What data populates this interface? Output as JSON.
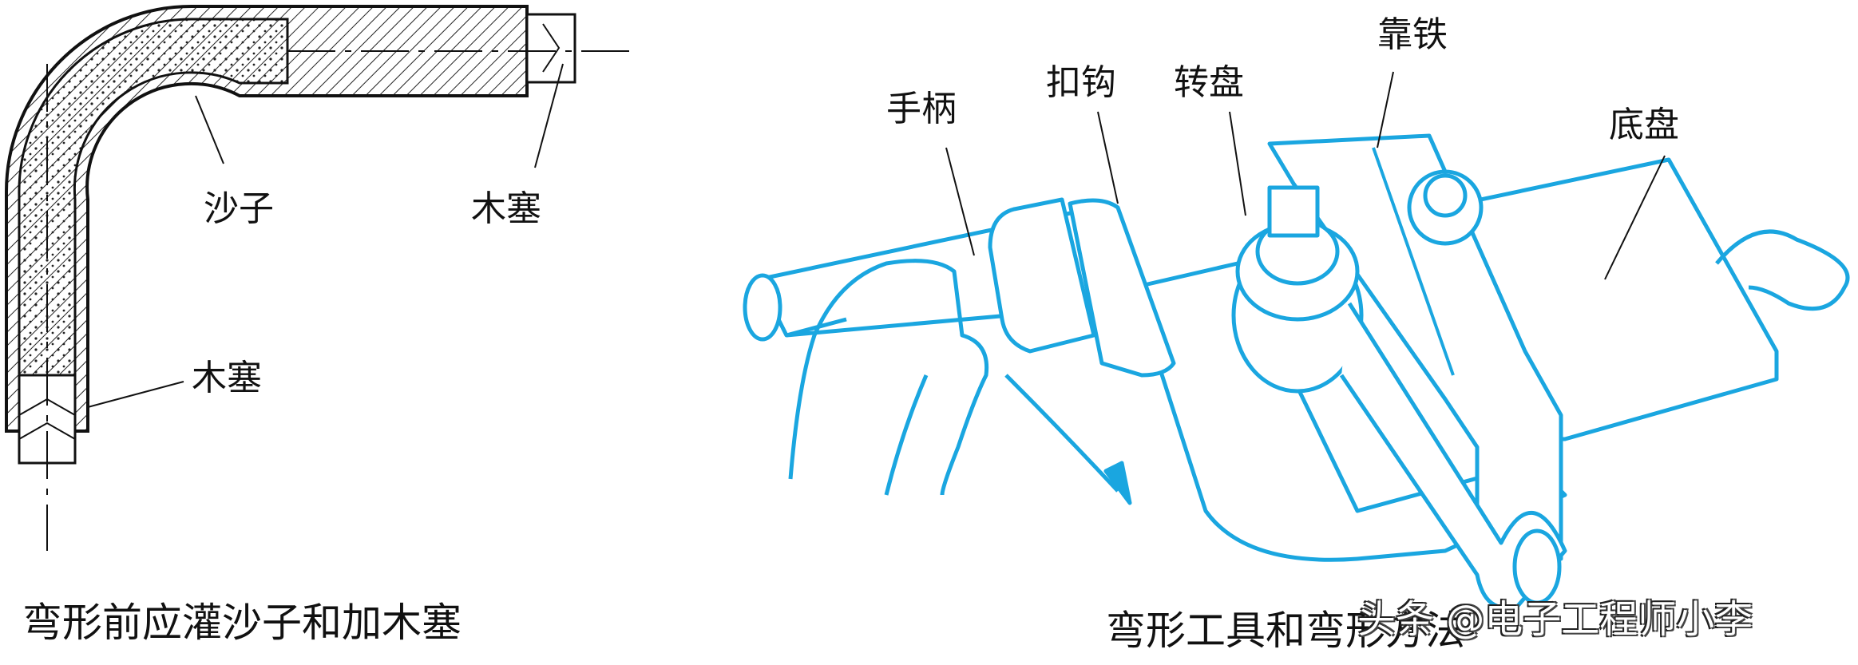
{
  "left_figure": {
    "labels": {
      "sand": "沙子",
      "plug_top": "木塞",
      "plug_bottom": "木塞"
    },
    "caption": "弯形前应灌沙子和加木塞"
  },
  "right_figure": {
    "labels": {
      "handle": "手柄",
      "hook": "扣钩",
      "turntable": "转盘",
      "backing_iron": "靠铁",
      "base": "底盘"
    },
    "caption": "弯形工具和弯形方法",
    "line_color": "#1aa6e0"
  },
  "watermark": "头条 @电子工程师小李"
}
